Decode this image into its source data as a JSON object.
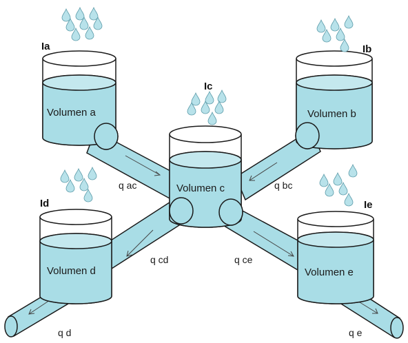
{
  "colors": {
    "water": "#a9dde6",
    "water_top": "#c4e8ee",
    "drop": "#b8e2ea",
    "outline": "#1a1a1a"
  },
  "inflows": {
    "ia": "Ia",
    "ib": "Ib",
    "ic": "Ic",
    "id": "Id",
    "ie": "Ie"
  },
  "tanks": {
    "a": "Volumen a",
    "b": "Volumen b",
    "c": "Volumen c",
    "d": "Volumen d",
    "e": "Volumen e"
  },
  "flows": {
    "ac": "q ac",
    "bc": "q bc",
    "cd": "q cd",
    "ce": "q ce",
    "d": "q d",
    "e": "q e"
  }
}
